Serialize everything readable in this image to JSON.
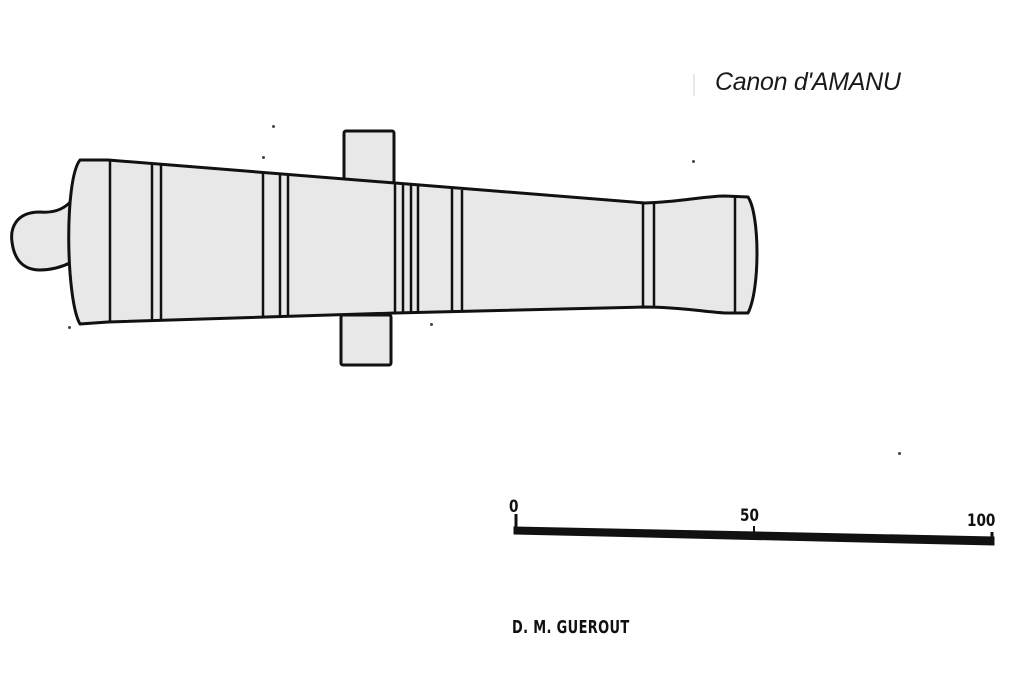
{
  "drawing": {
    "title": "Canon d'AMANU",
    "author": "D. M. GUEROUT"
  },
  "scale_bar": {
    "tick_labels": [
      "0",
      "50",
      "100"
    ],
    "values": [
      0,
      50,
      100
    ]
  },
  "colors": {
    "cannon_fill": "#e8e8e8",
    "line": "#111111",
    "background": "#ffffff"
  }
}
